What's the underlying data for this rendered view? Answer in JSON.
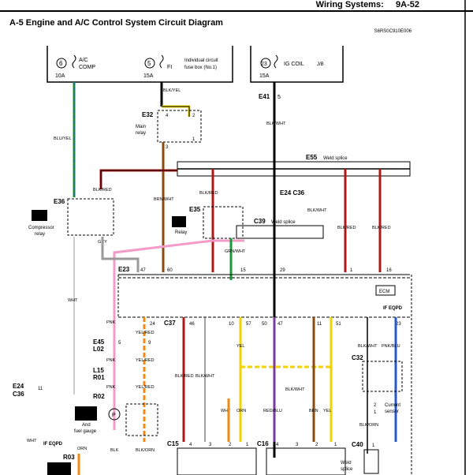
{
  "header": {
    "section": "Wiring Systems:",
    "page": "9A-52"
  },
  "title": "A-5 Engine and A/C Control System Circuit Diagram",
  "diagram_code": "S6RS0C910E006",
  "fuses": {
    "f6": {
      "num": "6",
      "amp": "10A",
      "label": "A/C\nCOMP"
    },
    "f5": {
      "num": "5",
      "amp": "15A",
      "label": "FI"
    },
    "fuse_box_note": "Individual circuit\nfuse box (No.1)",
    "f23": {
      "num": "23",
      "amp": "15A",
      "label": "IG COIL"
    },
    "jb": "J/B"
  },
  "connectors": {
    "E41": "E41",
    "E41_pin": "5",
    "E32": "E32",
    "E55": "E55",
    "E55_label": "Weld splice",
    "E36": "E36",
    "E35": "E35",
    "E24C36": "E24  C36",
    "C39": "C39",
    "C39_label": "Weld splice",
    "E23": "E23",
    "C37": "C37",
    "E45": "E45",
    "L02": "L02",
    "L15": "L15",
    "R01": "R01",
    "R02": "R02",
    "E24b": "E24",
    "C36b": "C36",
    "C15": "C15",
    "C16": "C16",
    "C32": "C32",
    "C40": "C40",
    "R03": "R03",
    "IF_EQPD": "IF EQPD",
    "IF_EQPD2": "IF EQPD",
    "ECM": "ECM"
  },
  "components": {
    "main_relay": "Main\nrelay",
    "compressor_relay": "Compressor\nrelay",
    "fi_relay": "Relay",
    "fuel_gauge": "And\nfuel gauge",
    "current_sensor": "Current\nsensor",
    "weld_splice": "Weld\nsplice"
  },
  "wires": {
    "blu_yel": "BLU/YEL",
    "blk_yel": "BLK/YEL",
    "blk_wht": "BLK/WHT",
    "blk_red": "BLK/RED",
    "brn_wht": "BRN/WHT",
    "grn_wht": "GRN/WHT",
    "gry": "GRY",
    "wht": "WHT",
    "pnk": "PNK",
    "yel_red": "YEL/RED",
    "yel": "YEL",
    "red_blu": "RED/BLU",
    "brn": "BRN",
    "orn": "ORN",
    "pnk_blu": "PNK/BLU",
    "blk_orn": "BLK/ORN",
    "blk": "BLK",
    "blk_orn2": "BLK/ORN"
  },
  "pins": {
    "e23_47": "47",
    "e23_60": "60",
    "c39_15": "15",
    "c39_29": "29",
    "c37_24": "24",
    "c37_46": "46",
    "c37_10": "10",
    "c37_57": "57",
    "c37_50": "50",
    "c37_47": "47",
    "c37_11": "11",
    "c37_51": "51",
    "e55_1": "1",
    "e55_16": "16",
    "pin_23": "23",
    "e45_5": "5",
    "e45_9": "9",
    "e24_11": "11",
    "c15_4": "4",
    "c15_3": "3",
    "c15_2": "2",
    "c15_1": "1",
    "c16_4": "4",
    "c16_3": "3",
    "c16_2": "2",
    "c16_1": "1",
    "c32_2": "2",
    "c32_1": "1",
    "c40_1": "1",
    "relay_3": "3",
    "relay_4": "4",
    "relay_2": "2",
    "relay_1": "1"
  },
  "colors": {
    "blue_green": "#1e8c3c",
    "yellow": "#f2d200",
    "brown": "#8b4a10",
    "red": "#b01818",
    "pink": "#f49ac8",
    "gray": "#9a9a9a",
    "orange": "#f08a10",
    "purple": "#7a3aa0",
    "green": "#1a9a3a",
    "blue": "#2858c8"
  }
}
